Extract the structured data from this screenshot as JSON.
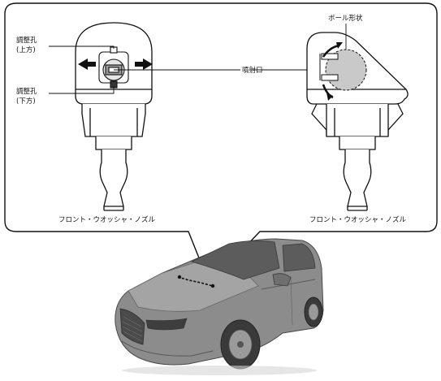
{
  "labels": {
    "adjust_hole_upper_line1": "調整孔",
    "adjust_hole_upper_line2": "(上方)",
    "adjust_hole_lower_line1": "調整孔",
    "adjust_hole_lower_line2": "(下方)",
    "spray_port": "噴射口",
    "ball_shape": "ボール形状",
    "nozzle_left": "フロント・ウオッシャ・ノズル",
    "nozzle_right": "フロント・ウオッシャ・ノズル"
  },
  "icons": {
    "direction_arrows": "double-arrow-icon",
    "rotation_arrows": "rotation-arrow-icon",
    "car": "suv-car-illustration"
  },
  "colors": {
    "line": "#111111",
    "ball_fill": "#c9c9c9",
    "car_body": "#8c8c8c",
    "car_dark": "#5a5a5a"
  }
}
